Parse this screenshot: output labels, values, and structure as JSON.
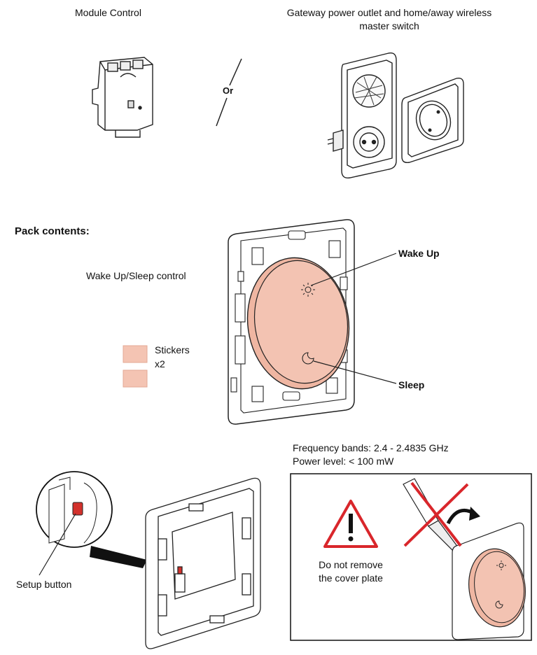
{
  "top": {
    "module_label": "Module Control",
    "or_label": "Or",
    "gateway_line1": "Gateway power outlet and home/away wireless",
    "gateway_line2": "master switch"
  },
  "pack": {
    "heading": "Pack contents:",
    "device_label": "Wake Up/Sleep control",
    "wake_label": "Wake Up",
    "sleep_label": "Sleep",
    "stickers_label": "Stickers",
    "stickers_count": "x2"
  },
  "bottom": {
    "freq_line": "Frequency bands: 2.4 - 2.4835 GHz",
    "power_line": "Power level: < 100 mW",
    "setup_label": "Setup button",
    "warning_line1": "Do not remove",
    "warning_line2": "the cover plate"
  },
  "colors": {
    "cover": "#f3c3b2",
    "sticker": "#f4c4b3",
    "warning_red": "#d9262b",
    "setup_red": "#d3312c"
  }
}
